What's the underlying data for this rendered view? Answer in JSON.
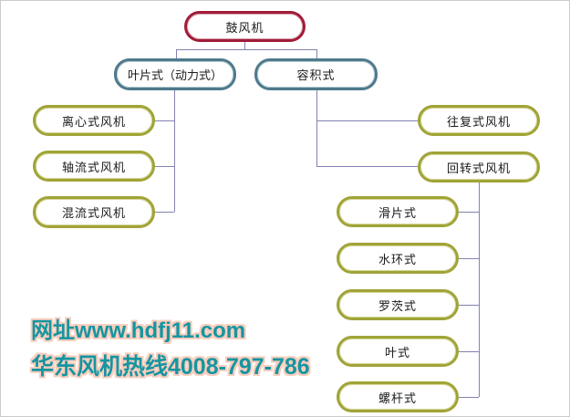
{
  "diagram": {
    "root": {
      "label": "鼓风机",
      "children": [
        {
          "label": "叶片式（动力式）",
          "children": [
            {
              "label": "离心式风机"
            },
            {
              "label": "轴流式风机"
            },
            {
              "label": "混流式风机"
            }
          ]
        },
        {
          "label": "容积式",
          "children": [
            {
              "label": "往复式风机"
            },
            {
              "label": "回转式风机",
              "children": [
                {
                  "label": "滑片式"
                },
                {
                  "label": "水环式"
                },
                {
                  "label": "罗茨式"
                },
                {
                  "label": "叶式"
                },
                {
                  "label": "螺杆式"
                }
              ]
            }
          ]
        }
      ]
    },
    "colors": {
      "root_border": "#A11C38",
      "branch_border": "#4E7A8C",
      "leaf_border": "#A0A437",
      "connector": "#8282B2",
      "node_text": "#1A1A1A"
    }
  },
  "watermark": {
    "line1": "网址www.hdfj11.com",
    "line2": "华东风机热线4008-797-786",
    "text_color": "#1595A1",
    "outline_color": "#F8CEBE"
  }
}
